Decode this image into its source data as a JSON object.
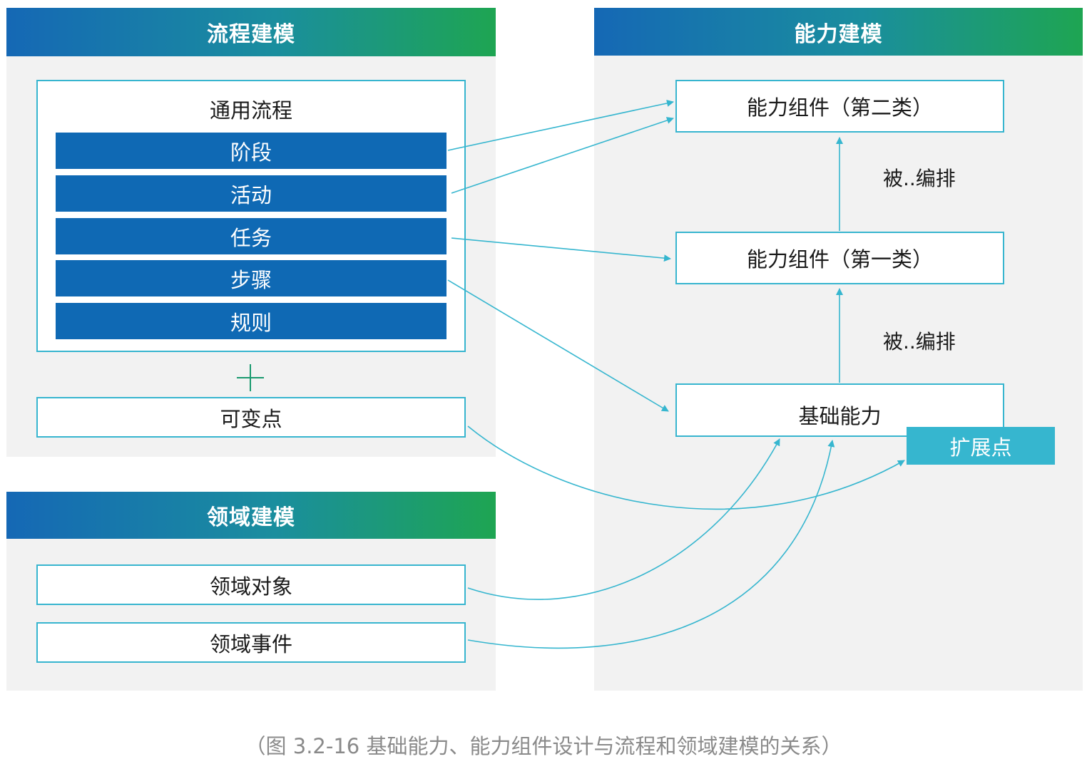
{
  "process": {
    "title": "流程建模",
    "general_title": "通用流程",
    "items": [
      "阶段",
      "活动",
      "任务",
      "步骤",
      "规则"
    ],
    "variable_point": "可变点"
  },
  "domain": {
    "title": "领域建模",
    "object": "领域对象",
    "event": "领域事件"
  },
  "capability": {
    "title": "能力建模",
    "component2": "能力组件（第二类）",
    "component1": "能力组件（第一类）",
    "base": "基础能力",
    "extension_point": "扩展点",
    "orchestrated_label_1": "被..编排",
    "orchestrated_label_2": "被..编排"
  },
  "caption": "（图 3.2-16 基础能力、能力组件设计与流程和领域建模的关系）",
  "colors": {
    "header_gradient_start": "#1568b5",
    "header_gradient_end": "#1ea552",
    "stage_fill": "#0f69b4",
    "connector": "#36b6cf",
    "extension_fill": "#36b6cf",
    "panel_bg": "#f2f2f2"
  }
}
